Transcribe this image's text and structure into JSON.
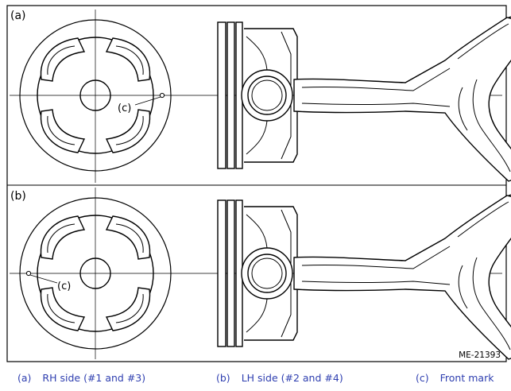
{
  "panels": [
    {
      "label": "(a)",
      "callout": "(c)"
    },
    {
      "label": "(b)",
      "callout": "(c)"
    }
  ],
  "figure_id": "ME-21393",
  "legend": [
    {
      "code": "(a)",
      "text": "RH side (#1 and #3)"
    },
    {
      "code": "(b)",
      "text": "LH side (#2 and #4)"
    },
    {
      "code": "(c)",
      "text": "Front mark"
    }
  ],
  "colors": {
    "line": "#000000",
    "legend_text": "#2f3fb0",
    "background": "#ffffff"
  }
}
